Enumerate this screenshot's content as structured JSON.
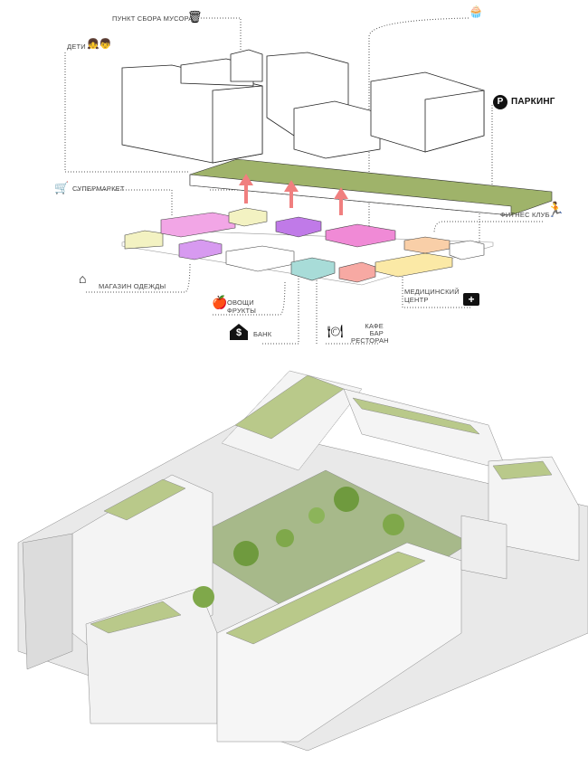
{
  "labels": {
    "garbage": "ПУНКТ СБОРА МУСОРА",
    "kids": "ДЕТИ",
    "supermarket": "СУПЕРМАРКЕТ",
    "parking": "ПАРКИНГ",
    "fitness": "ФИТНЕС КЛУБ",
    "medical_1": "МЕДИЦИНСКИЙ",
    "medical_2": "ЦЕНТР",
    "clothes": "МАГАЗИН ОДЕЖДЫ",
    "fruit_1": "ОВОЩИ",
    "fruit_2": "ФРУКТЫ",
    "bank": "БАНК",
    "cafe_1": "КАФЕ",
    "cafe_2": "БАР",
    "cafe_3": "РЕСТОРАН"
  },
  "colors": {
    "roof_green": "#9fb36a",
    "pink": "#f2a6e6",
    "violet": "#d79af0",
    "magenta": "#f08ad6",
    "yellow": "#fbe9a6",
    "light_yellow": "#f3f2c2",
    "teal": "#a8dcd8",
    "salmon": "#f7a9a3",
    "peach": "#f9cfa8",
    "arrow": "#f07f7f"
  }
}
